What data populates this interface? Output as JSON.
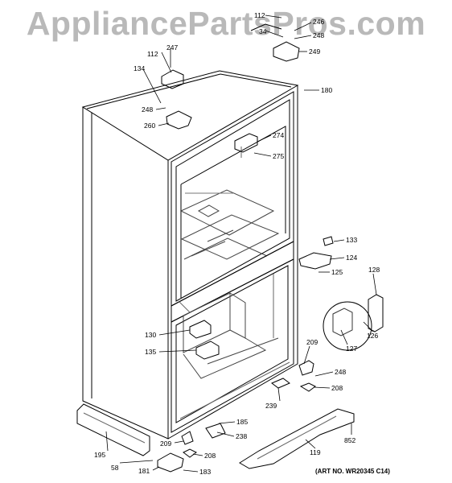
{
  "watermark": "AppliancePartsPros.com",
  "art_number": "(ART NO. WR20345 C14)",
  "part_labels": [
    "112",
    "246",
    "34",
    "248",
    "249",
    "112",
    "247",
    "134",
    "180",
    "248",
    "260",
    "274",
    "275",
    "133",
    "124",
    "125",
    "128",
    "130",
    "126",
    "135",
    "127",
    "209",
    "248",
    "208",
    "239",
    "185",
    "238",
    "195",
    "209",
    "208",
    "119",
    "852",
    "58",
    "181",
    "183"
  ]
}
